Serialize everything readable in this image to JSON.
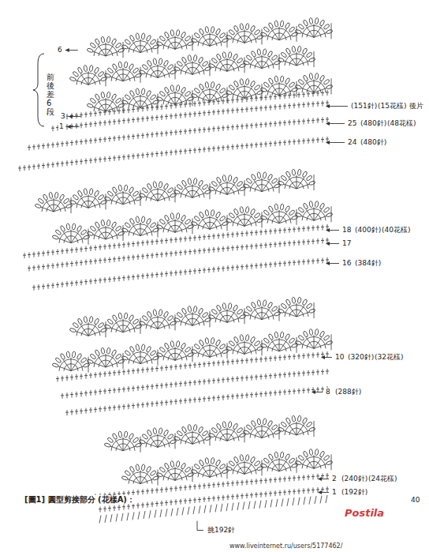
{
  "diagram": {
    "labels": [
      "6",
      "前後差6段",
      "3",
      "1",
      "(151針)",
      "(15花樣)",
      "後片",
      "25",
      "(480針)",
      "(48花樣)",
      "24",
      "(480針)",
      "18",
      "(400針)",
      "(40花樣)",
      "17",
      "16",
      "(384針)",
      "10",
      "(320針)",
      "(32花樣)",
      "8",
      "(288針)",
      "2",
      "(240針)",
      "(24花樣)",
      "1",
      "(192針)",
      "[圖1] 圓型剪接部分 (花樣A)：",
      "挑192針",
      "40",
      "www.liveinternet.ru/users/5177462/",
      "Postila"
    ]
  }
}
